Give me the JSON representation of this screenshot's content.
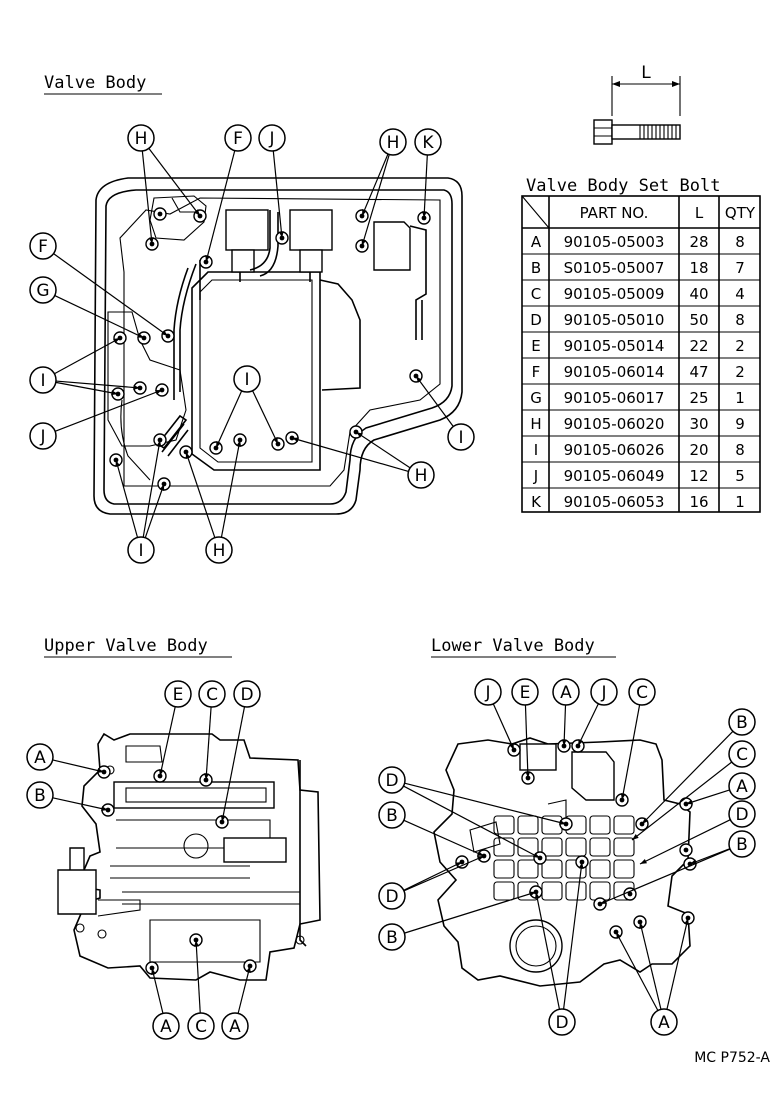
{
  "titles": {
    "valve_body": "Valve Body",
    "upper_valve_body": "Upper Valve Body",
    "lower_valve_body": "Lower Valve Body"
  },
  "bolt_dimension_label": "L",
  "table": {
    "title": "Valve Body Set Bolt",
    "headers": [
      "PART NO.",
      "L",
      "QTY"
    ],
    "rows": [
      {
        "key": "A",
        "part": "90105-05003",
        "l": "28",
        "qty": "8"
      },
      {
        "key": "B",
        "part": "S0105-05007",
        "l": "18",
        "qty": "7"
      },
      {
        "key": "C",
        "part": "90105-05009",
        "l": "40",
        "qty": "4"
      },
      {
        "key": "D",
        "part": "90105-05010",
        "l": "50",
        "qty": "8"
      },
      {
        "key": "E",
        "part": "90105-05014",
        "l": "22",
        "qty": "2"
      },
      {
        "key": "F",
        "part": "90105-06014",
        "l": "47",
        "qty": "2"
      },
      {
        "key": "G",
        "part": "90105-06017",
        "l": "25",
        "qty": "1"
      },
      {
        "key": "H",
        "part": "90105-06020",
        "l": "30",
        "qty": "9"
      },
      {
        "key": "I",
        "part": "90105-06026",
        "l": "20",
        "qty": "8"
      },
      {
        "key": "J",
        "part": "90105-06049",
        "l": "12",
        "qty": "5"
      },
      {
        "key": "K",
        "part": "90105-06053",
        "l": "16",
        "qty": "1"
      }
    ]
  },
  "callouts": {
    "valve_body": [
      "H",
      "F",
      "J",
      "H",
      "K",
      "F",
      "G",
      "I",
      "I",
      "J",
      "I",
      "H",
      "I",
      "H"
    ],
    "upper_valve_body": [
      "E",
      "C",
      "D",
      "A",
      "B",
      "A",
      "C",
      "A"
    ],
    "lower_valve_body": [
      "J",
      "E",
      "A",
      "J",
      "C",
      "B",
      "C",
      "D",
      "A",
      "D",
      "B",
      "B",
      "D",
      "B",
      "D",
      "A"
    ]
  },
  "figure_code": "MC P752-A"
}
